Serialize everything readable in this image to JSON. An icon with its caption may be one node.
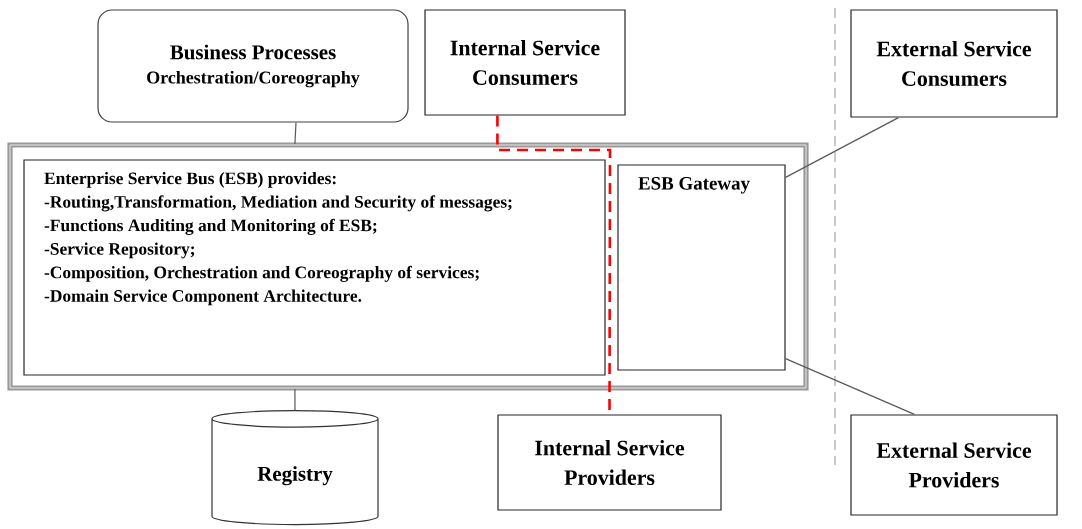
{
  "diagram": {
    "nodes": [
      {
        "text": [
          "Business Processes",
          "Orchestration/Coreography"
        ]
      },
      {
        "text": [
          "Internal Service Consumers"
        ]
      },
      {
        "text": [
          "External Service Consumers"
        ]
      },
      {
        "text": [],
        "shape": "box"
      },
      {
        "text": [
          "Enterprise Service Bus (ESB) provides:",
          "-Routing,Transformation, Mediation and Security of messages;",
          "-Functions Auditing and Monitoring of ESB;",
          "-Service Repository;",
          "-Composition, Orchestration and Coreography of services;",
          "-Domain Service Component Architecture."
        ],
        "in": 3
      },
      {
        "text": [
          "ESB Gateway"
        ],
        "in": 3
      },
      {
        "text": [
          "Registry"
        ]
      },
      {
        "text": [
          "Internal Service Providers"
        ]
      },
      {
        "text": [
          "External Service Providers"
        ]
      }
    ],
    "edges": [
      {
        "from": 0,
        "to": 3,
        "arrow": "none"
      },
      {
        "from": 1,
        "to": 7,
        "arrow": "none",
        "style": "dashed",
        "color": "#ff0000"
      },
      {
        "from": 5,
        "to": 2,
        "arrow": "none"
      },
      {
        "from": 5,
        "to": 8,
        "arrow": "none"
      },
      {
        "from": 3,
        "to": 6,
        "arrow": "none"
      }
    ]
  }
}
